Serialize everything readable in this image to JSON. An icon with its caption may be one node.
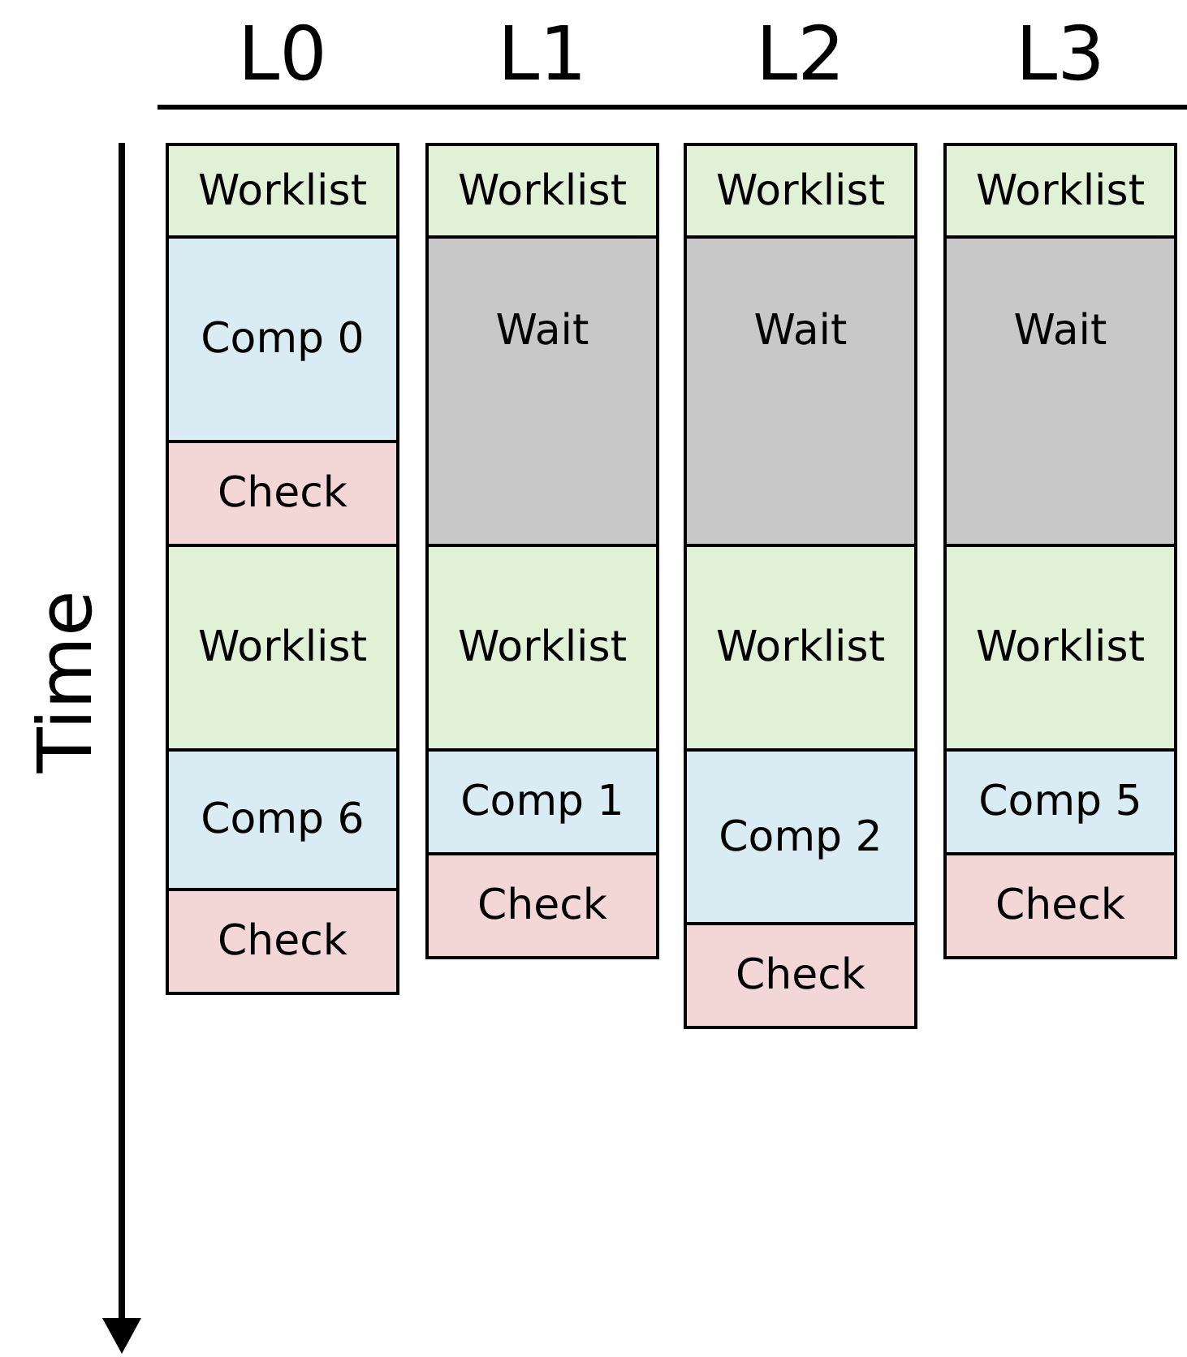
{
  "diagram": {
    "nodes": [
      {
        "text": [
          "Worklist"
        ]
      },
      {
        "text": [
          "Comp 0"
        ]
      },
      {
        "text": [
          "Check"
        ]
      },
      {
        "text": [
          "Worklist"
        ]
      },
      {
        "text": [
          "Comp 6"
        ]
      },
      {
        "text": [
          "Check"
        ]
      },
      {
        "text": [
          "Worklist"
        ]
      },
      {
        "text": [
          "Wait"
        ]
      },
      {
        "text": [
          "Worklist"
        ]
      },
      {
        "text": [
          "Comp 1"
        ]
      },
      {
        "text": [
          "Check"
        ]
      },
      {
        "text": [
          "Worklist"
        ]
      },
      {
        "text": [
          "Wait"
        ]
      },
      {
        "text": [
          "Worklist"
        ]
      },
      {
        "text": [
          "Comp 2"
        ]
      },
      {
        "text": [
          "Check"
        ]
      },
      {
        "text": [
          "Worklist"
        ]
      },
      {
        "text": [
          "Wait"
        ]
      },
      {
        "text": [
          "Worklist"
        ]
      },
      {
        "text": [
          "Comp 5"
        ]
      },
      {
        "text": [
          "Check"
        ]
      }
    ],
    "labels": [
      "L0",
      "L1",
      "L2",
      "L3",
      "Time"
    ]
  }
}
